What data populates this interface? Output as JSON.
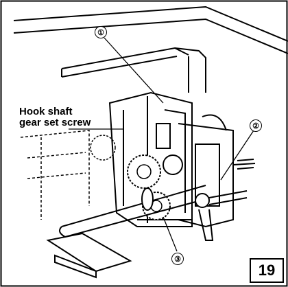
{
  "labels": {
    "hook_line1": "Hook shaft",
    "hook_line2": "gear set screw"
  },
  "callouts": {
    "c1": "①",
    "c2": "②",
    "c3": "③"
  },
  "page_number": "19"
}
